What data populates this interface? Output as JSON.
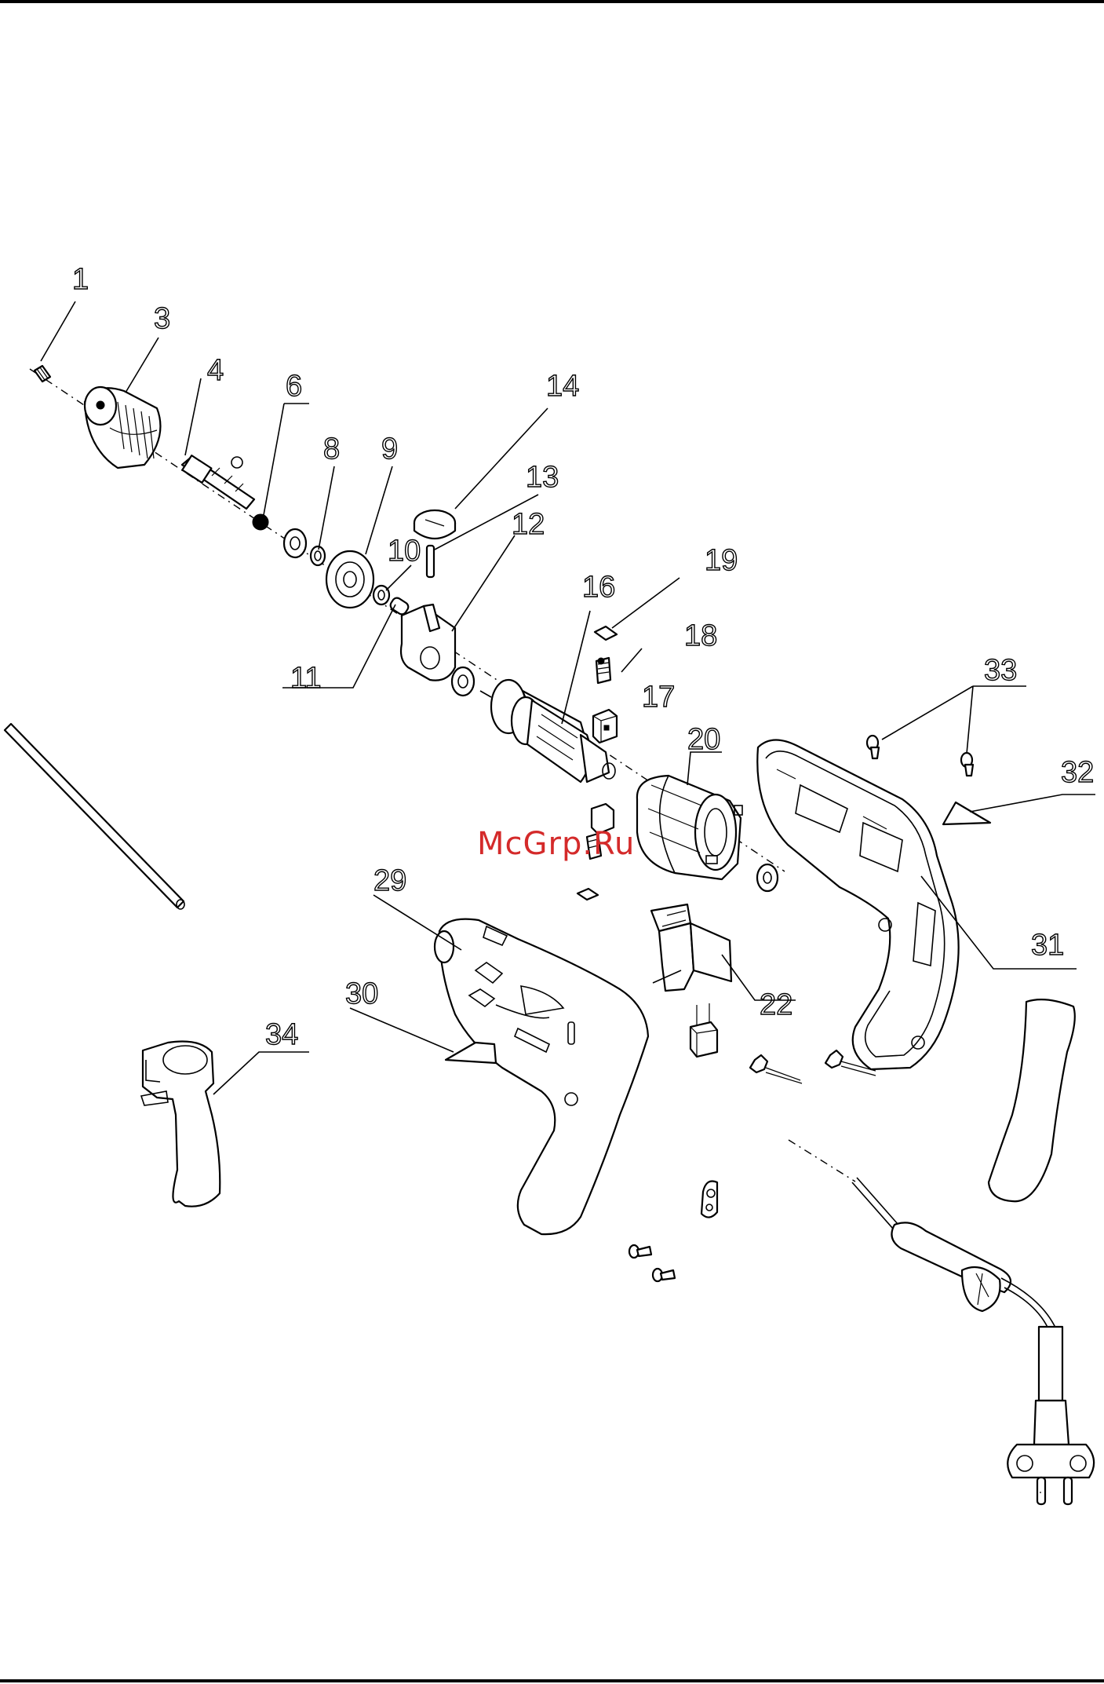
{
  "watermark": "McGrp.Ru",
  "colors": {
    "line": "#000000",
    "watermark": "#d42a2a",
    "background": "#ffffff"
  },
  "callouts": {
    "c1": "1",
    "c3": "3",
    "c4": "4",
    "c6": "6",
    "c8": "8",
    "c9": "9",
    "c10": "10",
    "c11": "11",
    "c12": "12",
    "c13": "13",
    "c14": "14",
    "c16": "16",
    "c17": "17",
    "c18": "18",
    "c19": "19",
    "c20": "20",
    "c22": "22",
    "c29": "29",
    "c30": "30",
    "c31": "31",
    "c32": "32",
    "c33": "33",
    "c34": "34"
  }
}
